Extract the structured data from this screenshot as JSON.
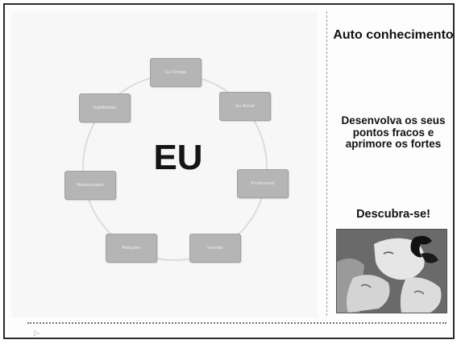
{
  "slide": {
    "center_label": "EU",
    "nodes": [
      {
        "label": "Eu Omega"
      },
      {
        "label": "Eu Social"
      },
      {
        "label": "Profissional"
      },
      {
        "label": "Familiar"
      },
      {
        "label": "Relações"
      },
      {
        "label": "Relacionados"
      },
      {
        "label": "Habilidades"
      }
    ],
    "right_panel": {
      "title": "Auto conhecimento",
      "description": "Desenvolva os seus pontos fracos e aprimore os fortes",
      "cta": "Descubra-se!"
    },
    "nav_icon": "play-arrow-icon"
  }
}
